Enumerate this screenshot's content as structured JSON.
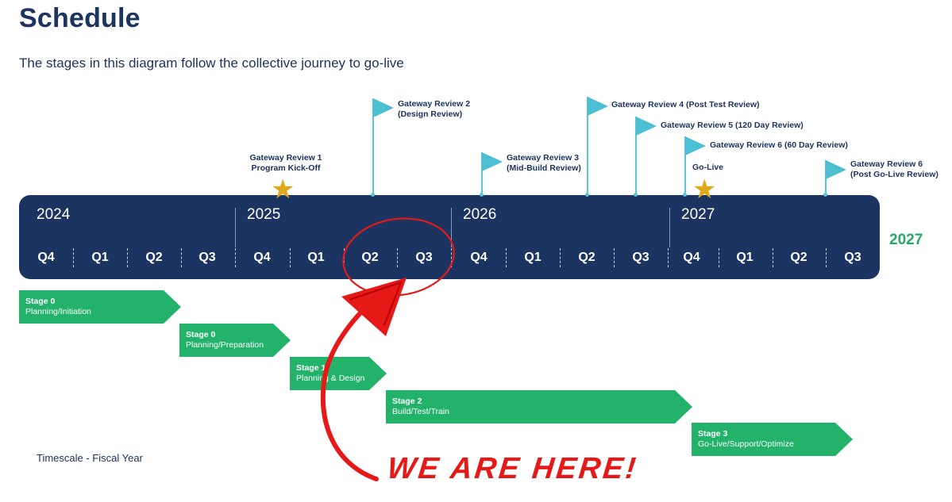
{
  "title": "Schedule",
  "subtitle": "The stages in this diagram follow the collective journey to go-live",
  "timeline": {
    "years": [
      "2024",
      "2025",
      "2026",
      "2027"
    ],
    "extra_year": "2027",
    "quarters": [
      "Q4",
      "Q1",
      "Q2",
      "Q3",
      "Q4",
      "Q1",
      "Q2",
      "Q3",
      "Q4",
      "Q1",
      "Q2",
      "Q3",
      "Q4",
      "Q1",
      "Q2",
      "Q3"
    ]
  },
  "milestones": {
    "gr1_line1": "Gateway Review 1",
    "gr1_line2": "Program Kick-Off",
    "gr2_line1": "Gateway Review 2",
    "gr2_line2": "(Design Review)",
    "gr3_line1": "Gateway Review 3",
    "gr3_line2": "(Mid-Build Review)",
    "gr4": "Gateway Review 4 (Post Test Review)",
    "gr5": "Gateway Review 5 (120 Day Review)",
    "gr6a": "Gateway Review 6 (60 Day Review)",
    "golive": "Go-Live",
    "gr6b_line1": "Gateway Review 6",
    "gr6b_line2": "(Post Go-Live Review)"
  },
  "stages": [
    {
      "name": "Stage 0",
      "desc": "Planning/Initiation"
    },
    {
      "name": "Stage 0",
      "desc": "Planning/Preparation"
    },
    {
      "name": "Stage 1",
      "desc": "Planning & Design"
    },
    {
      "name": "Stage 2",
      "desc": "Build/Test/Train"
    },
    {
      "name": "Stage 3",
      "desc": "Go-Live/Support/Optimize"
    }
  ],
  "timescale": "Timescale - Fiscal Year",
  "annotation": "WE ARE HERE!",
  "colors": {
    "navy": "#1b3461",
    "green": "#22b26a",
    "flag": "#4dbfd3",
    "star": "#e0a919",
    "annotation": "#e61919"
  }
}
